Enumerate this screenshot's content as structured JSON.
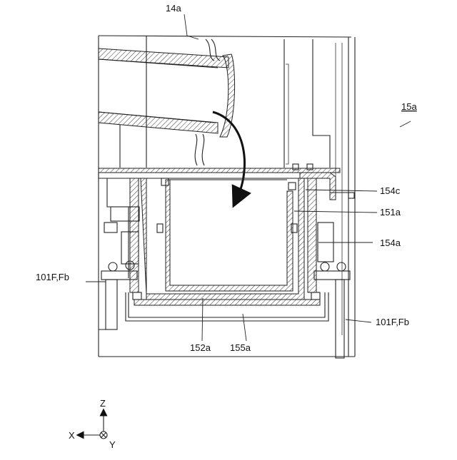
{
  "labels": {
    "l_14a": "14a",
    "l_15a": "15a",
    "l_154c": "154c",
    "l_151a": "151a",
    "l_154a": "154a",
    "l_101f_left": "101F,Fb",
    "l_101f_right": "101F,Fb",
    "l_152a": "152a",
    "l_155a": "155a"
  },
  "axes": {
    "z": "Z",
    "x": "X",
    "y": "Y"
  }
}
